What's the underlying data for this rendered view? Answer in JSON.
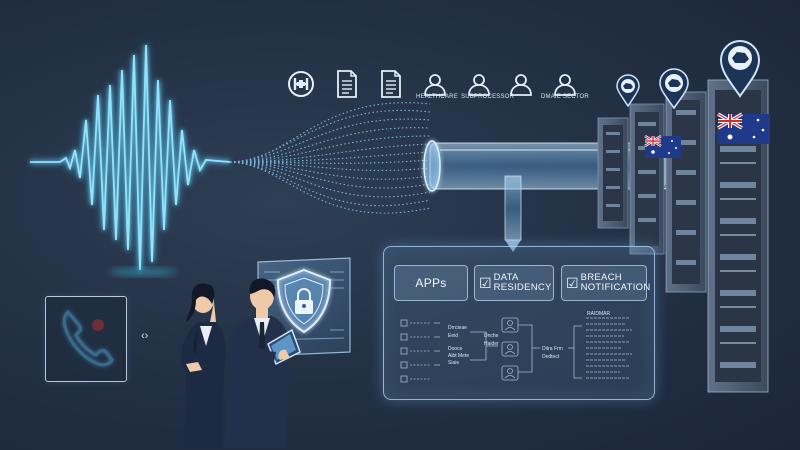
{
  "top_labels": {
    "healthcare": "HEALTHCARE",
    "subprocessor": "SUBPROCESSOR",
    "public_sector": "DMAIE SECTOR"
  },
  "panel": {
    "chips": {
      "apps": "APPs",
      "data_residency_line1": "DATA",
      "data_residency_line2": "RESIDENCY",
      "breach_line1": "BREACH",
      "breach_line2": "NOTIFICATION"
    },
    "flow_labels": {
      "left_1": "Drrcieae",
      "left_2": "Eeid",
      "left_3": "Dooce",
      "left_4": "Aibt Mete",
      "left_5": "Siaie",
      "mid_1": "Dnche",
      "mid_2": "Haider",
      "right_1": "Ditra Frm",
      "right_2": "Dedtect",
      "far_right": "RAIDMAR"
    }
  },
  "flag_labels": [
    "Australia",
    "Australia"
  ],
  "arrows_glyph": "‹›",
  "colors": {
    "background": "#243246",
    "waveform": "#4fd6ff",
    "accent": "#6fc4ff",
    "alert_dot": "#e0322e",
    "server": "#4d5e74"
  },
  "icons": [
    "hospital-icon",
    "document-icon",
    "document-icon",
    "person-icon",
    "person-icon",
    "person-icon",
    "person-icon",
    "phone-icon",
    "shield-lock-icon",
    "location-pin-icon",
    "australia-flag-icon"
  ]
}
